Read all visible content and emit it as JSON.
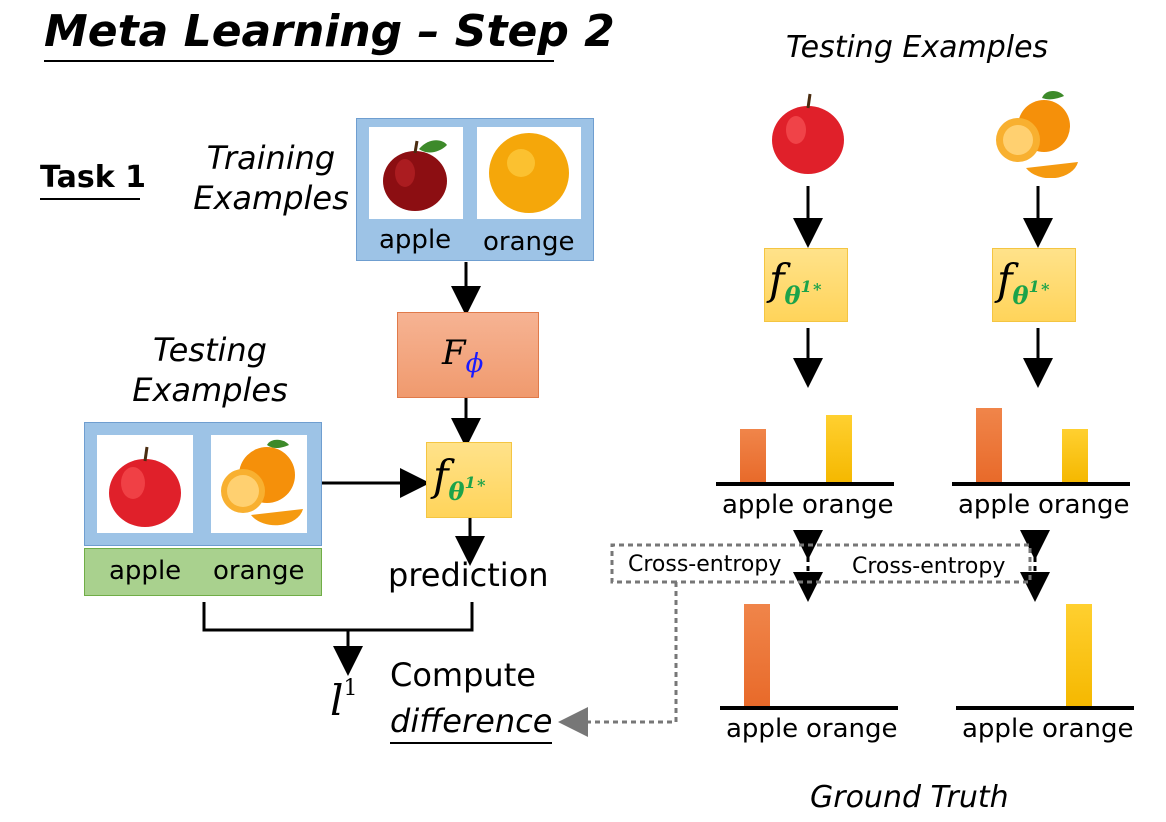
{
  "title": "Meta Learning – Step 2",
  "task_label": "Task 1",
  "left": {
    "training_examples": "Training Examples",
    "training_labels": [
      "apple",
      "orange"
    ],
    "testing_examples": "Testing Examples",
    "testing_labels": [
      "apple",
      "orange"
    ],
    "F": "F",
    "phi": "ϕ",
    "f": "f",
    "theta": "θ",
    "theta_sup": "1∗",
    "prediction": "prediction",
    "loss_l": "l",
    "loss_sup": "1",
    "compute": "Compute",
    "difference": "difference"
  },
  "right": {
    "testing_examples": "Testing Examples",
    "f": "f",
    "theta": "θ",
    "theta_sup": "1∗",
    "cross_entropy": "Cross-entropy",
    "ground_truth": "Ground Truth",
    "axis_labels": [
      "apple",
      "orange"
    ],
    "prediction_bars": [
      {
        "apple": 0.55,
        "orange": 0.7
      },
      {
        "apple": 0.77,
        "orange": 0.55
      }
    ],
    "ground_truth_bars": [
      {
        "apple": 1.0,
        "orange": 0.0
      },
      {
        "apple": 0.0,
        "orange": 1.0
      }
    ]
  },
  "colors": {
    "training_box": "#9dc3e6",
    "label_box": "#a9d18e",
    "F_box": "#f4b183",
    "f_box": "#ffd966",
    "theta": "#1ba34a",
    "phi": "#1a1aff",
    "bar_orange": "#e86a2a",
    "bar_yellow": "#f5b800"
  },
  "icons": [
    "apple-image",
    "orange-image",
    "arrow",
    "dotted-arrow"
  ]
}
